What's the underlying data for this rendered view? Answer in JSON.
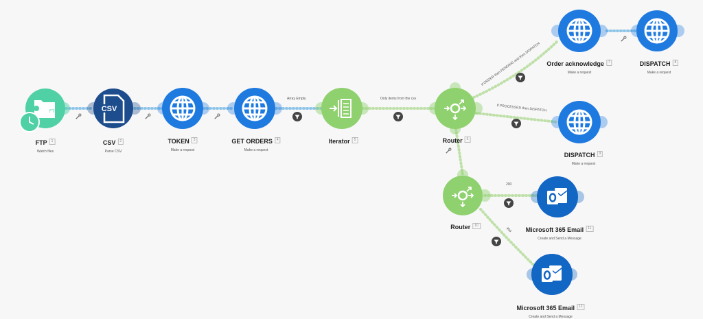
{
  "colors": {
    "http": "#1f7ae0",
    "ftp": "#4fd1a5",
    "csv": "#1d4d8c",
    "flow": "#8fd16e",
    "outlook": "#1266c4",
    "link_blue": "#8fc5e8",
    "link_green": "#bfe0a8",
    "filter": "#444444"
  },
  "modules": {
    "ftp": {
      "name": "FTP",
      "num": "1",
      "sub": "Watch files",
      "icon": "ftp-folder-clock-icon"
    },
    "csv": {
      "name": "CSV",
      "num": "2",
      "sub": "Parse CSV",
      "icon": "csv-file-icon"
    },
    "token": {
      "name": "TOKEN",
      "num": "3",
      "sub": "Make a request",
      "icon": "globe-icon"
    },
    "getorders": {
      "name": "GET ORDERS",
      "num": "4",
      "sub": "Make a request",
      "icon": "globe-icon"
    },
    "iterator": {
      "name": "Iterator",
      "num": "5",
      "sub": "",
      "icon": "iterator-icon"
    },
    "router1": {
      "name": "Router",
      "num": "6",
      "sub": "",
      "icon": "router-icon"
    },
    "orderack": {
      "name": "Order acknowledge",
      "num": "7",
      "sub": "Make a request",
      "icon": "globe-icon"
    },
    "dispatch8": {
      "name": "DISPATCH",
      "num": "8",
      "sub": "Make a request",
      "icon": "globe-icon"
    },
    "dispatch9": {
      "name": "DISPATCH",
      "num": "9",
      "sub": "Make a request",
      "icon": "globe-icon"
    },
    "router2": {
      "name": "Router",
      "num": "10",
      "sub": "",
      "icon": "router-icon"
    },
    "email11": {
      "name": "Microsoft 365 Email",
      "num": "11",
      "sub": "Create and Send a Message",
      "icon": "outlook-icon"
    },
    "email12": {
      "name": "Microsoft 365 Email",
      "num": "12",
      "sub": "Create and Send a Message",
      "icon": "outlook-icon"
    }
  },
  "filters": {
    "array_empty": "Array Empty",
    "only_items": "Only items from the csv",
    "pending": "If ORDER then PENDING and then DISPATCH",
    "processed": "If PROCESSED then DISPATCH",
    "status_200": "200",
    "status_400": "400"
  },
  "ftp_icon_text": "FTP",
  "csv_icon_text": "CSV"
}
